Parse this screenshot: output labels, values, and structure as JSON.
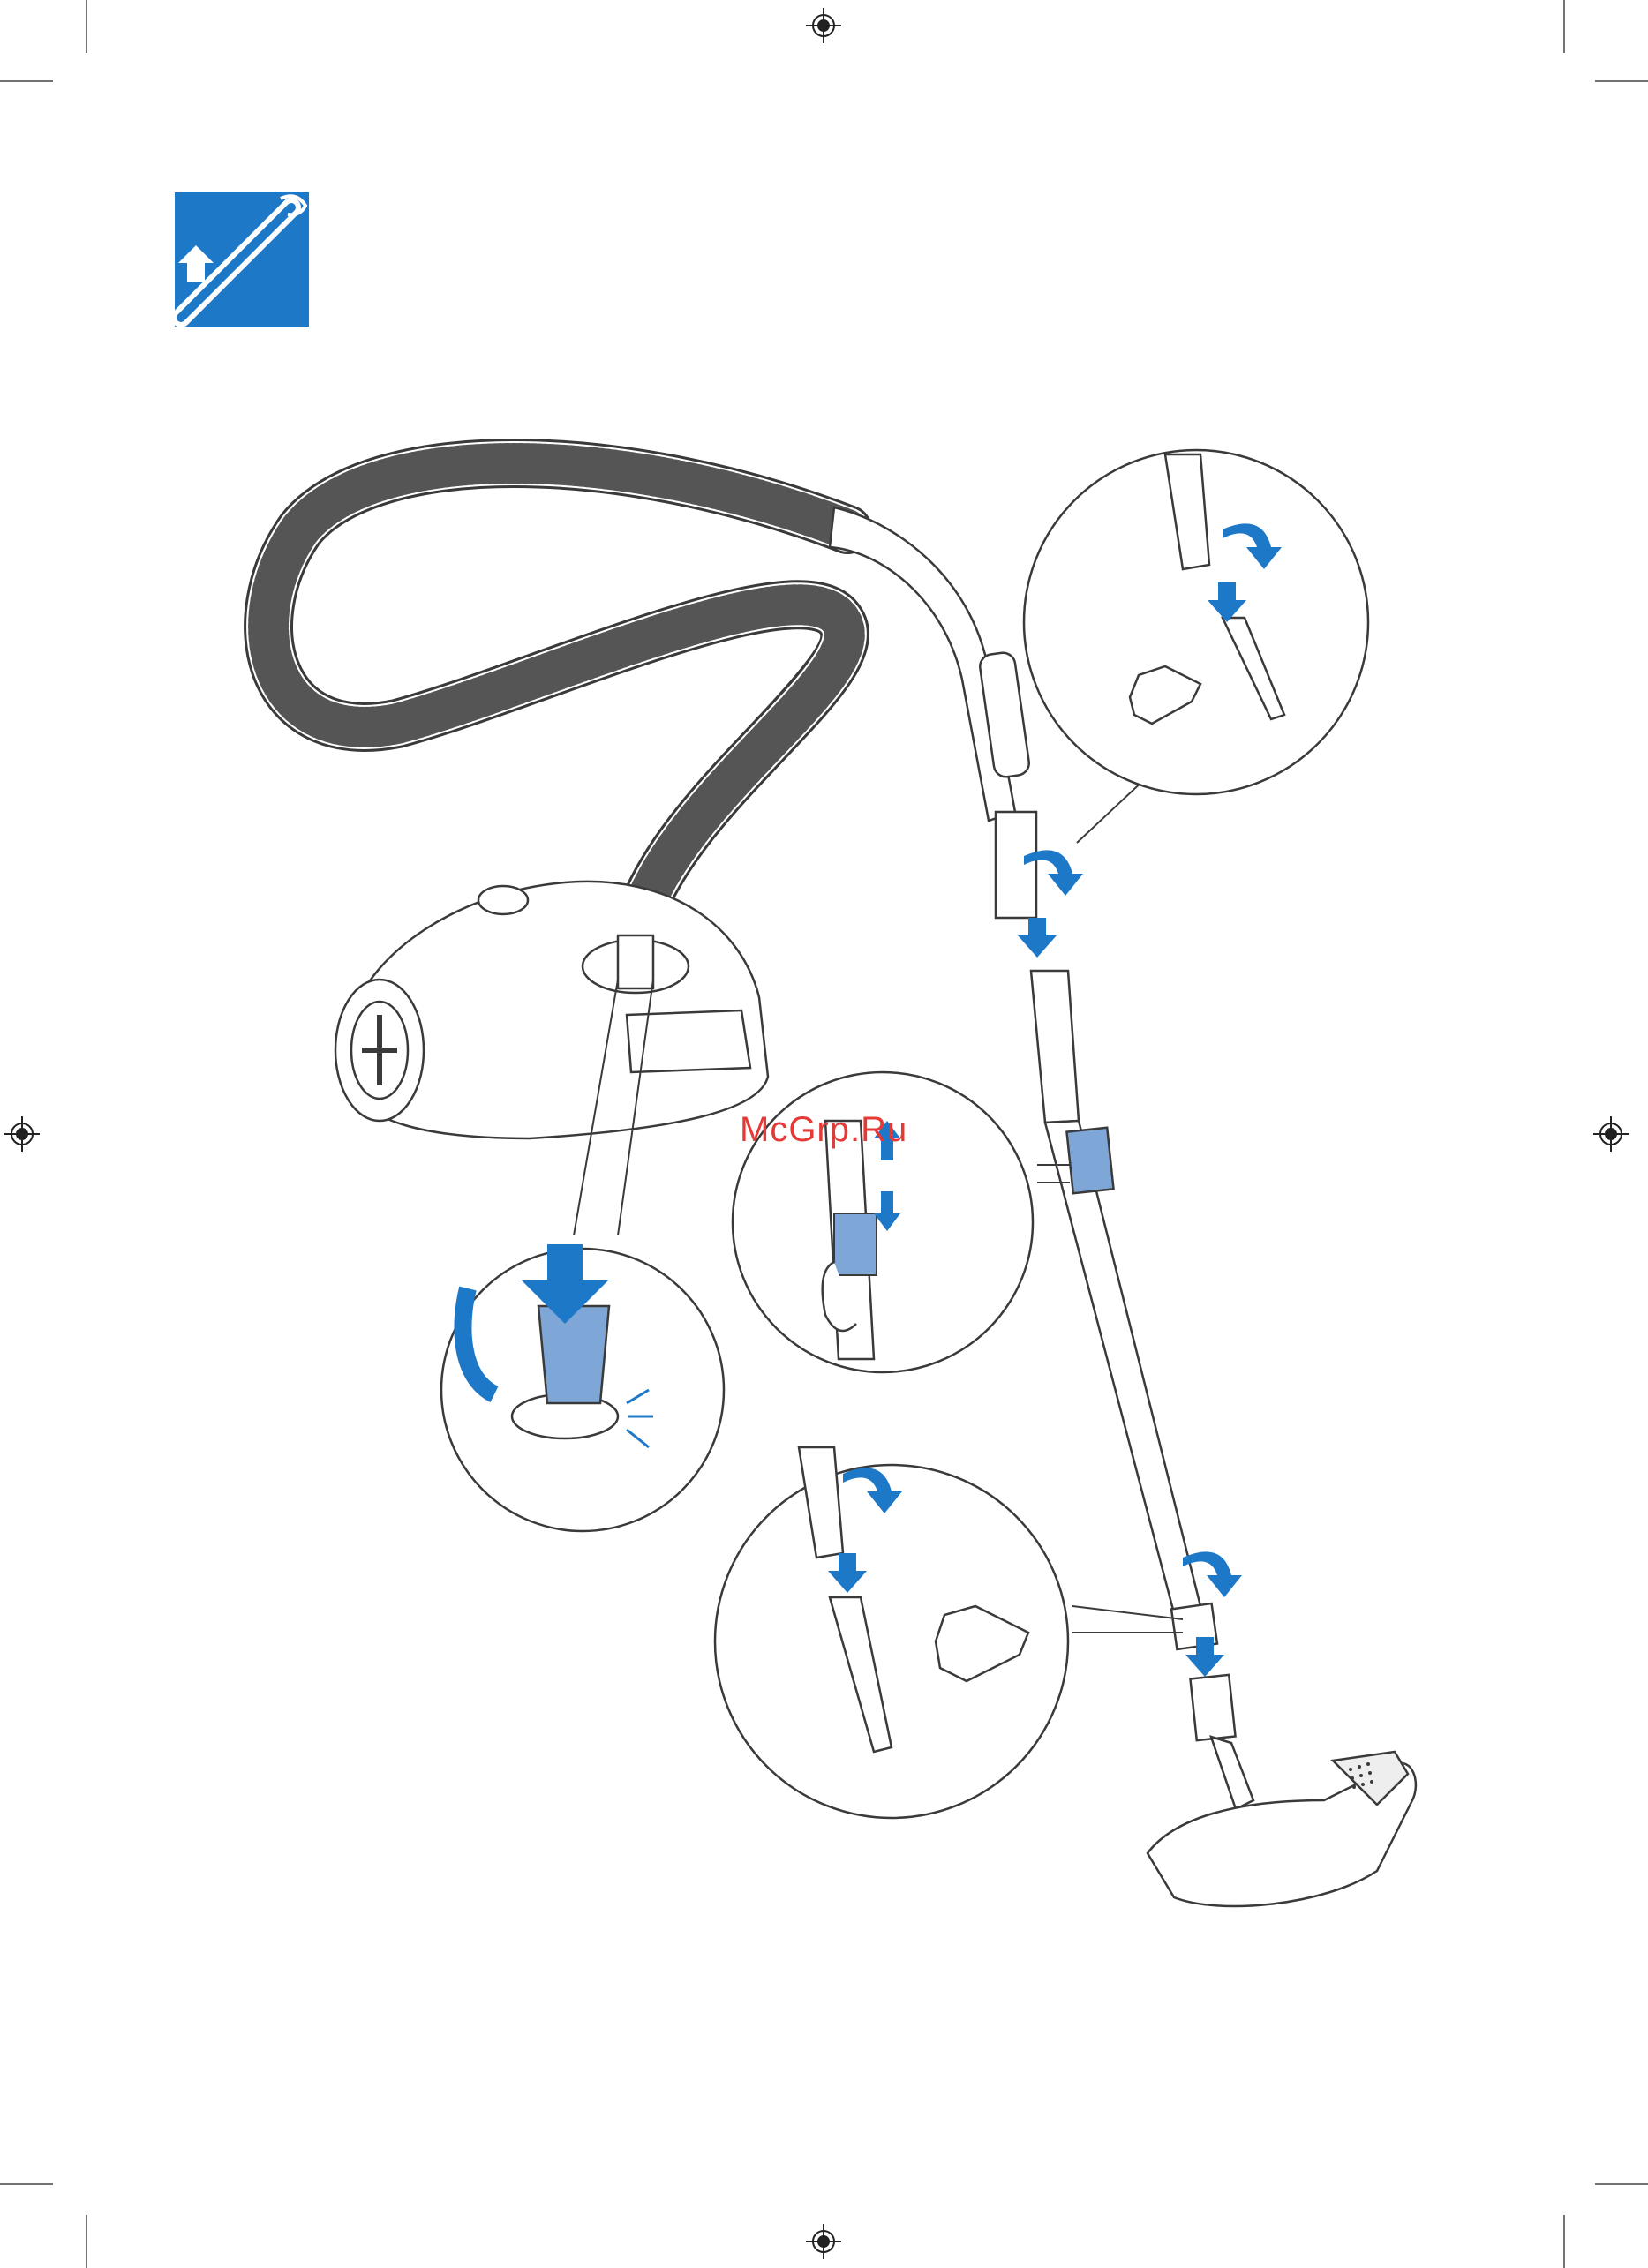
{
  "watermark": "McGrp.Ru",
  "section_icon": {
    "name": "hose-attach-icon",
    "color": "#1e78c8"
  },
  "accent_color": "#1e78c8",
  "highlight_color": "#7ea6d6",
  "line_color": "#3a3a3a",
  "illustration": {
    "main": "vacuum-cleaner-with-hose-tube-and-nozzle",
    "details": [
      "tool-swap-detail-top",
      "tube-slider-detail",
      "hose-insert-detail",
      "tool-swap-detail-bottom"
    ]
  }
}
